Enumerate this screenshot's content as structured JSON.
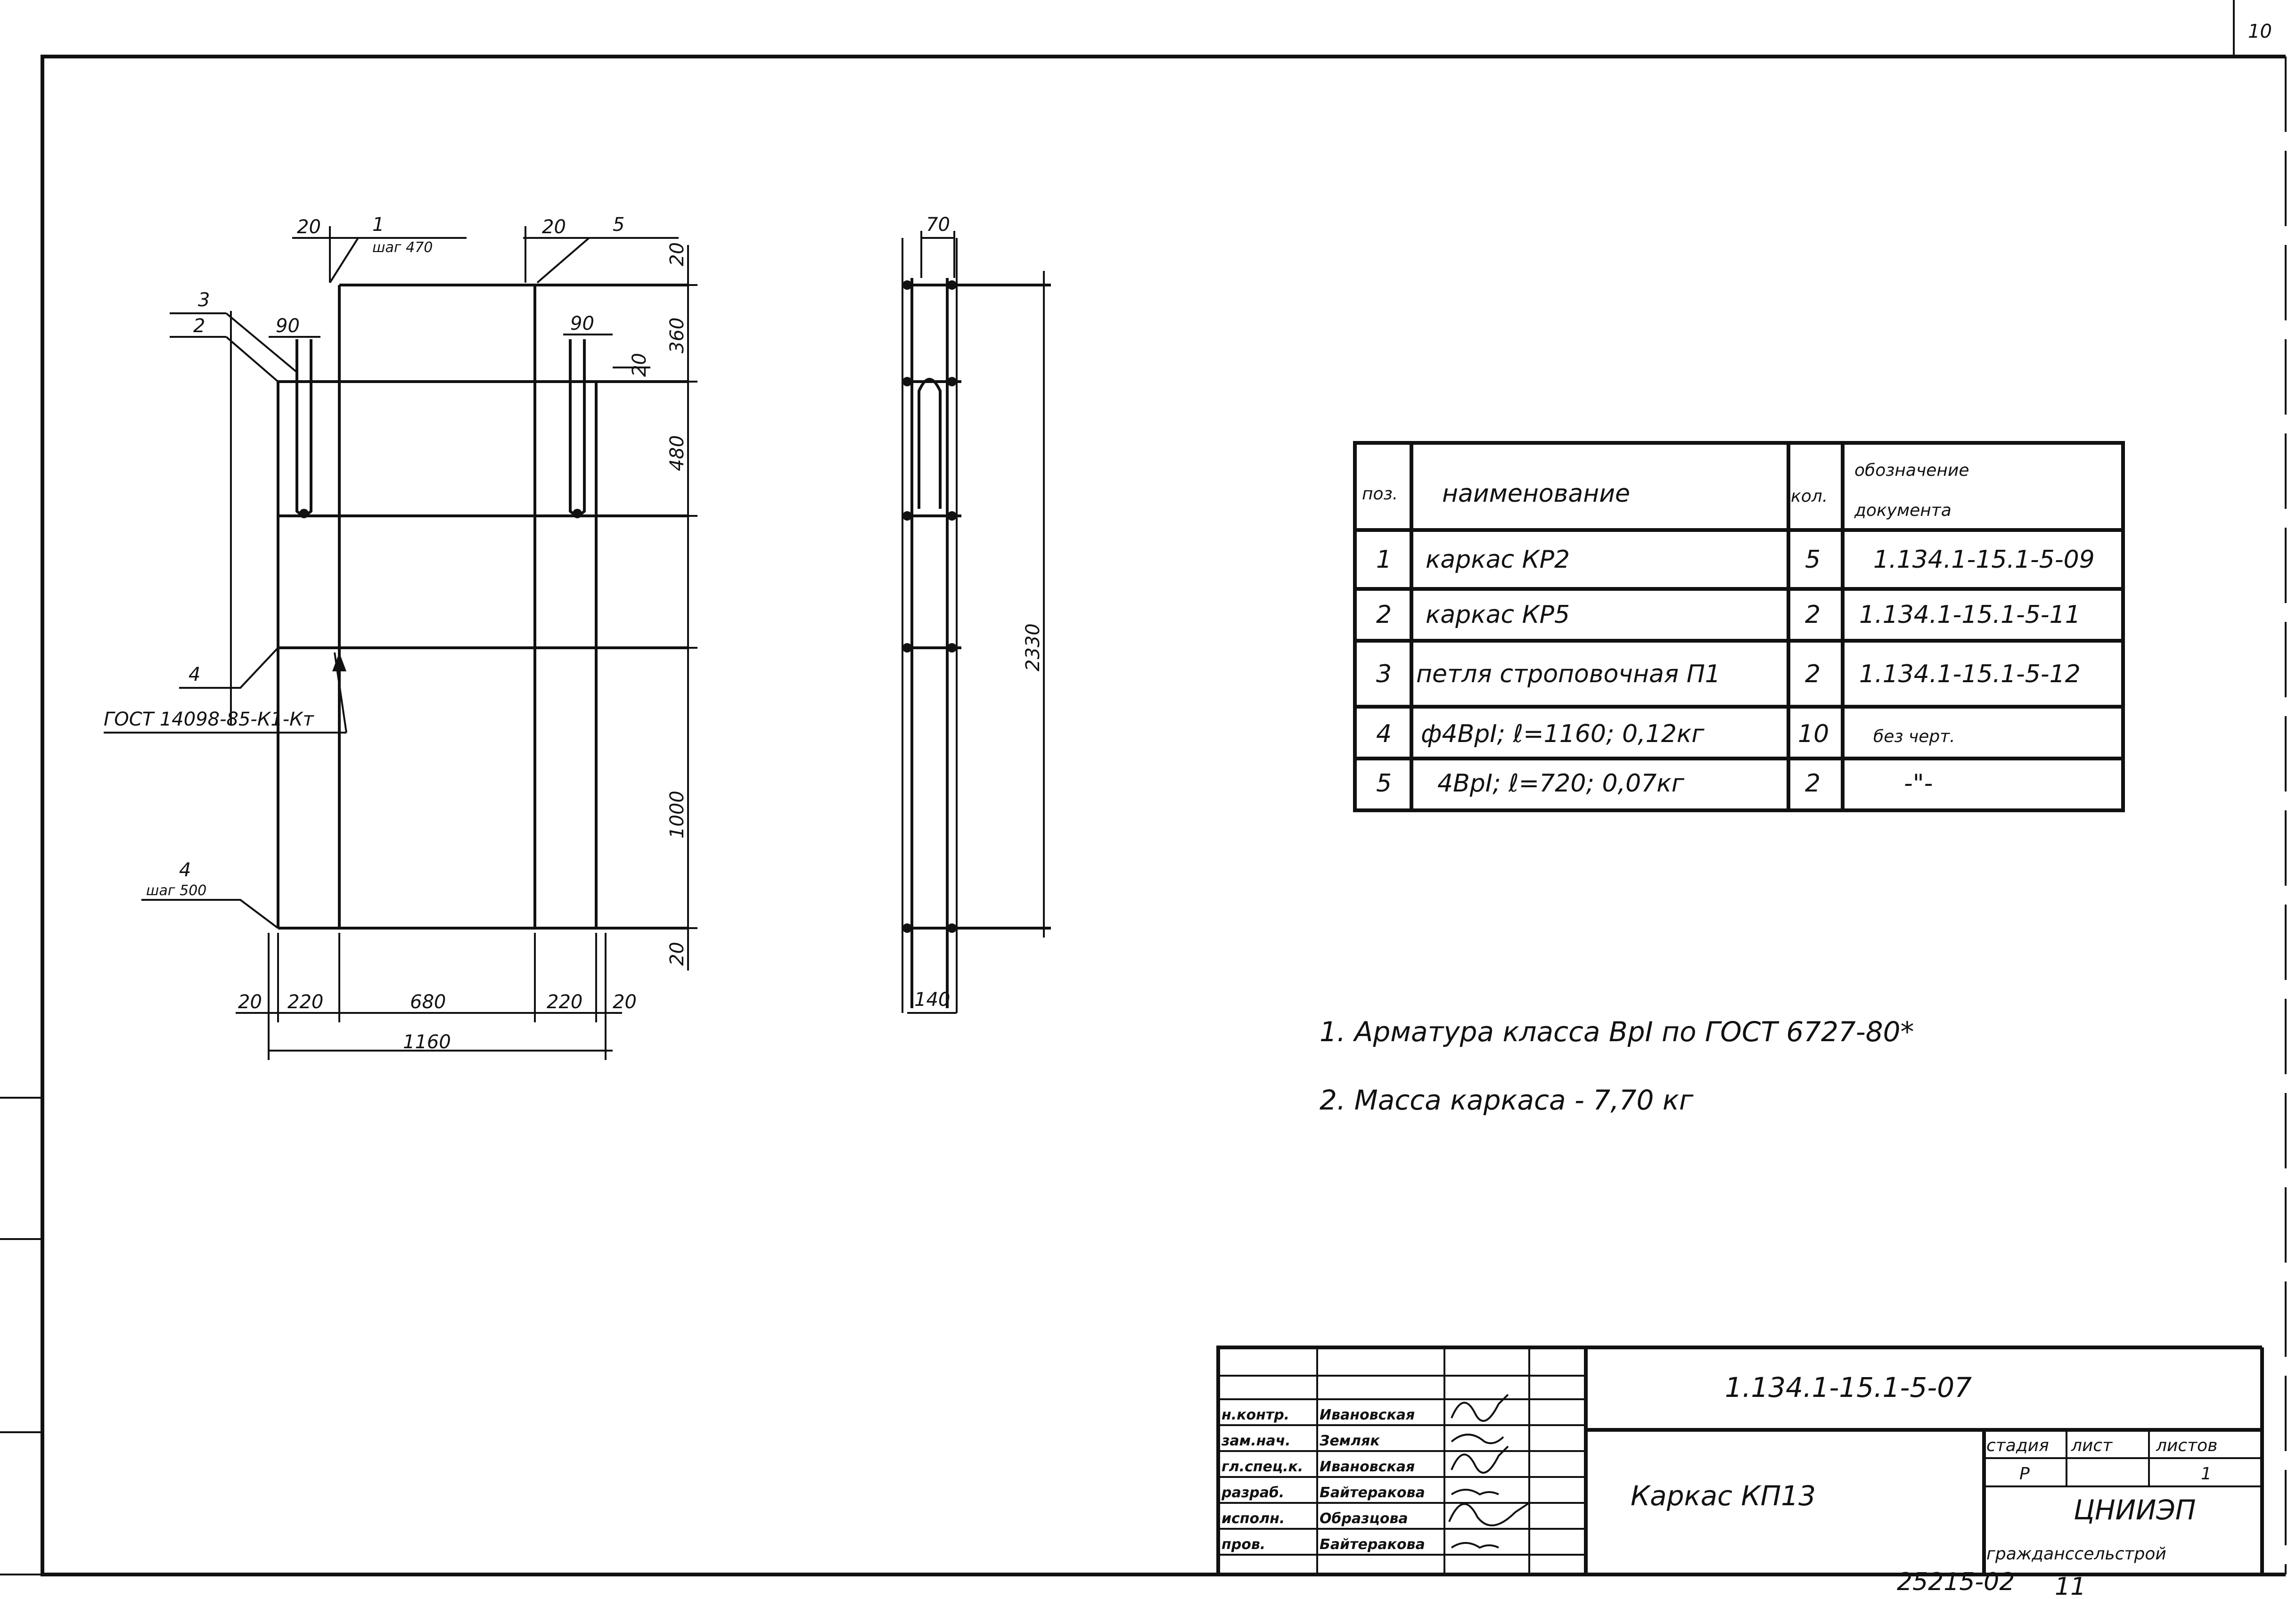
{
  "sheet_corner_number": "10",
  "drawing": {
    "front_view": {
      "top_dims": {
        "left_gap": "20",
        "right_gap": "20"
      },
      "leaders": {
        "pos1": "1",
        "pos1_step": "шаг 470",
        "pos5": "5",
        "pos3": "3",
        "pos2": "2",
        "pos4_upper": "4",
        "gost_ref": "ГОСТ 14098-85-К1-Кт",
        "pos4_lower": "4",
        "pos4_lower_step": "шаг 500"
      },
      "loop_dims": {
        "left_loop_width": "90",
        "right_loop_width": "90",
        "loop_offset": "20"
      },
      "vertical_dims": [
        "20",
        "360",
        "480",
        "1000",
        "20"
      ],
      "bottom_dims": [
        "20",
        "220",
        "680",
        "220",
        "20"
      ],
      "overall_width": "1160"
    },
    "side_view": {
      "top_width": "70",
      "bottom_width": "140",
      "overall_height": "2330"
    }
  },
  "spec_table": {
    "headers": {
      "pos": "поз.",
      "name": "наименование",
      "qty": "кол.",
      "doc_line1": "обозначение",
      "doc_line2": "документа"
    },
    "rows": [
      {
        "pos": "1",
        "name": "каркас КР2",
        "qty": "5",
        "doc": "1.134.1-15.1-5-09"
      },
      {
        "pos": "2",
        "name": "каркас КР5",
        "qty": "2",
        "doc": "1.134.1-15.1-5-11"
      },
      {
        "pos": "3",
        "name": "петля строповочная П1",
        "qty": "2",
        "doc": "1.134.1-15.1-5-12"
      },
      {
        "pos": "4",
        "name": "ф4ВрI; ℓ=1160; 0,12кг",
        "qty": "10",
        "doc": "без черт."
      },
      {
        "pos": "5",
        "name": "4ВрI; ℓ=720; 0,07кг",
        "qty": "2",
        "doc": "-\"-"
      }
    ]
  },
  "notes": [
    "1. Арматура класса ВрI по ГОСТ 6727-80*",
    "2. Масса каркаса - 7,70 кг"
  ],
  "title_block": {
    "doc_code": "1.134.1-15.1-5-07",
    "title": "Каркас КП13",
    "roles": [
      {
        "role": "н.контр.",
        "name": "Ивановская"
      },
      {
        "role": "зам.нач.",
        "name": "Земляк"
      },
      {
        "role": "гл.спец.к.",
        "name": "Ивановская"
      },
      {
        "role": "разраб.",
        "name": "Байтеракова"
      },
      {
        "role": "исполн.",
        "name": "Образцова"
      },
      {
        "role": "пров.",
        "name": "Байтеракова"
      }
    ],
    "stage_label": "стадия",
    "sheet_label": "лист",
    "sheets_label": "листов",
    "stage": "Р",
    "sheet": "",
    "sheets": "1",
    "org": "ЦНИИЭП",
    "org_sub": "гражданссельстрой"
  },
  "archive_number": "25215-02",
  "page_number": "11"
}
